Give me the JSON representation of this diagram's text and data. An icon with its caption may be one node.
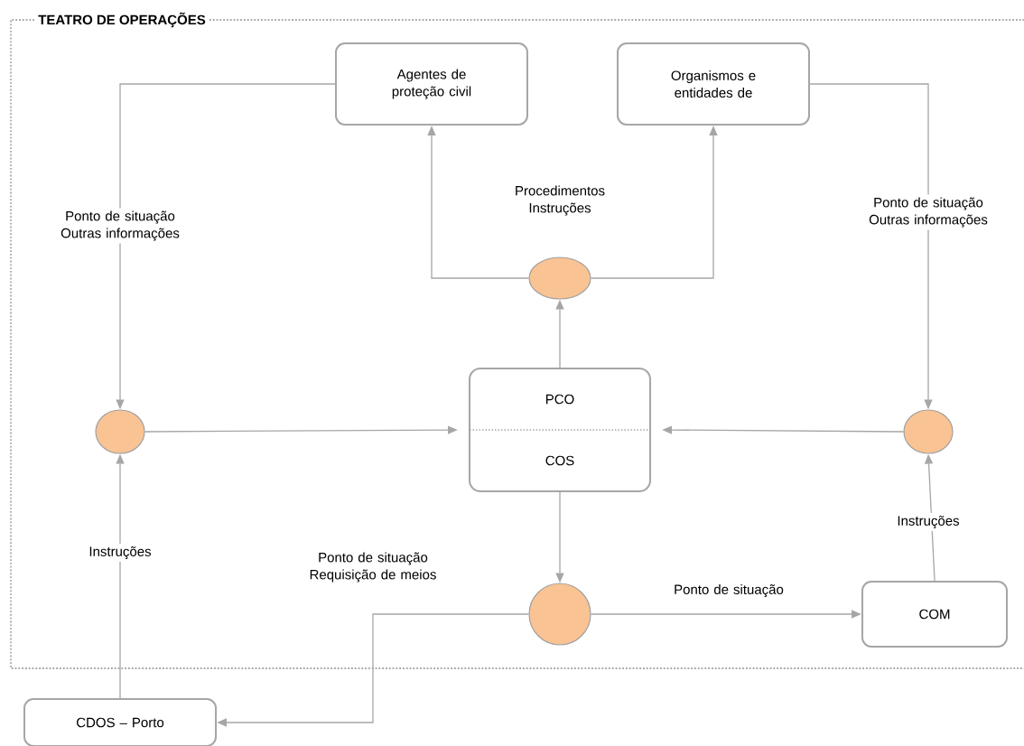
{
  "diagram": {
    "nodes": [
      {
        "text": [
          "TEATRO DE OPERAÇÕES"
        ]
      },
      {
        "text": [
          "Agentes de proteção civil"
        ],
        "in": 0
      },
      {
        "text": [
          "Organismos e entidades de"
        ],
        "in": 0
      },
      {
        "text": [],
        "shape": "circle",
        "in": 0
      },
      {
        "text": [],
        "shape": "circle",
        "in": 0
      },
      {
        "text": [
          "PCO",
          "COS"
        ],
        "in": 0
      },
      {
        "text": [],
        "shape": "circle",
        "in": 0
      },
      {
        "text": [],
        "shape": "circle",
        "in": 0
      },
      {
        "text": [
          "COM"
        ],
        "in": 0
      },
      {
        "text": [
          "CDOS – Porto"
        ]
      }
    ],
    "edges": [
      {
        "from": 1,
        "to": 3,
        "arrow": "to",
        "label": "Ponto de situação Outras informações"
      },
      {
        "from": 2,
        "to": 6,
        "arrow": "to",
        "label": "Ponto de situação Outras informações"
      },
      {
        "from": 4,
        "to": 1,
        "arrow": "to"
      },
      {
        "from": 4,
        "to": 2,
        "arrow": "to"
      },
      {
        "from": 5,
        "to": 4,
        "arrow": "to"
      },
      {
        "from": 3,
        "to": 5,
        "arrow": "to"
      },
      {
        "from": 6,
        "to": 5,
        "arrow": "to"
      },
      {
        "from": 9,
        "to": 3,
        "arrow": "to",
        "label": "Instruções"
      },
      {
        "from": 8,
        "to": 6,
        "arrow": "to",
        "label": "Instruções"
      },
      {
        "from": 5,
        "to": 7,
        "arrow": "to"
      },
      {
        "from": 7,
        "to": 9,
        "arrow": "to",
        "label": "Ponto de situação Requisição de meios"
      },
      {
        "from": 7,
        "to": 8,
        "arrow": "to",
        "label": "Ponto de situação"
      }
    ],
    "labels": [
      "Procedimentos Instruções"
    ]
  }
}
